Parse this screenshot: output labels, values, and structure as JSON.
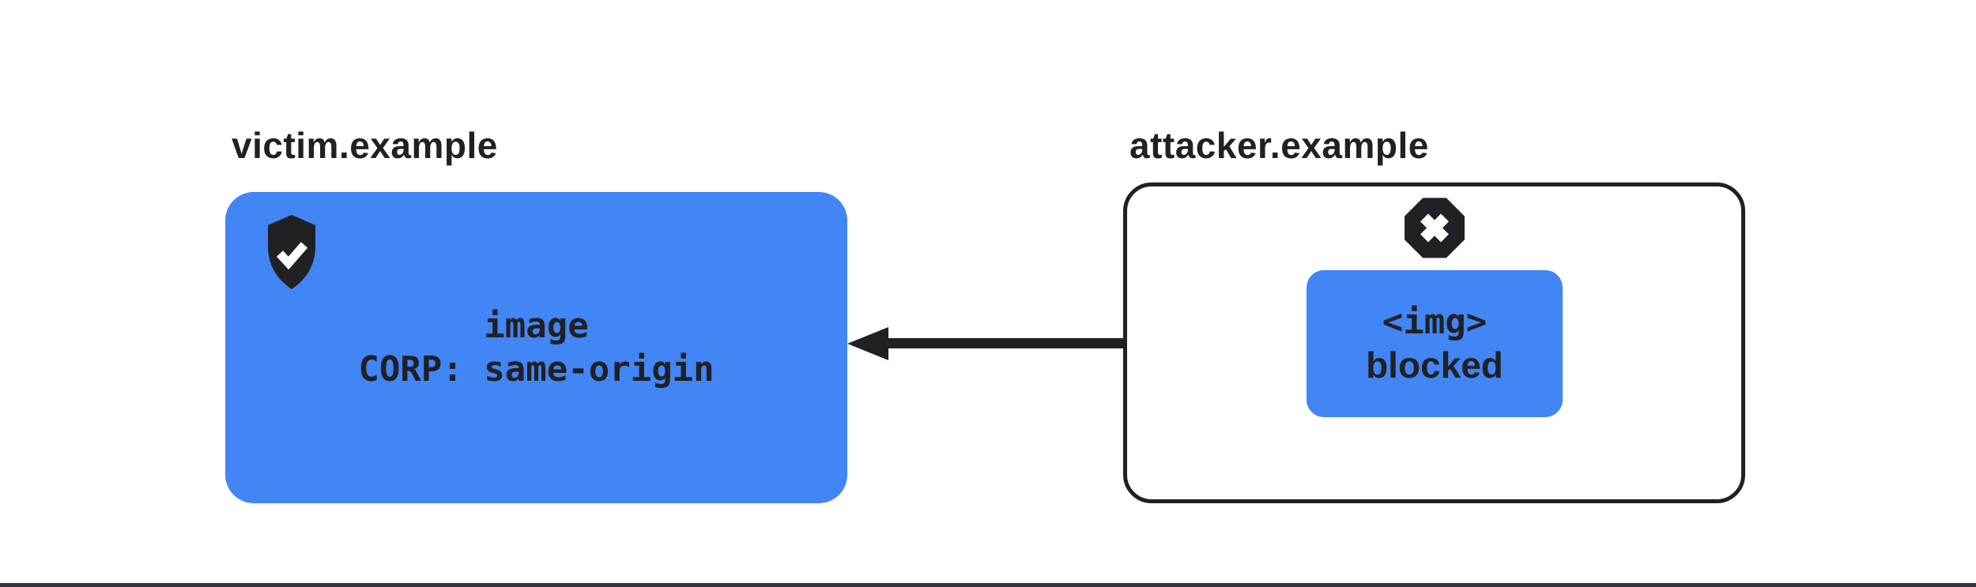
{
  "page": {
    "background": "#ffffff",
    "bottom_rule_color": "#35363a"
  },
  "colors": {
    "blue": "#4285F4",
    "ink": "#202124"
  },
  "victim": {
    "label": "victim.example",
    "icon": "shield-check-icon",
    "card": {
      "line1": "image",
      "line2": "CORP: same-origin"
    }
  },
  "attacker": {
    "label": "attacker.example",
    "icon": "blocked-x-icon",
    "request_card": {
      "line1": "<img>",
      "line2": "blocked"
    }
  },
  "arrow": {
    "description": "request arrow from attacker request card to victim resource",
    "direction": "right-to-left"
  }
}
